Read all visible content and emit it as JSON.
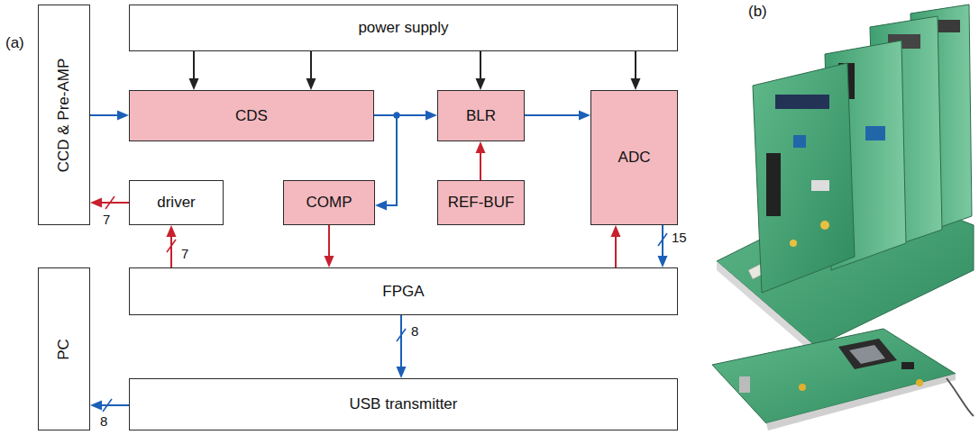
{
  "diagram": {
    "nodes": [
      {
        "text": [
          "power supply"
        ]
      },
      {
        "text": [
          "CCD & Pre-AMP"
        ]
      },
      {
        "text": [
          "CDS"
        ]
      },
      {
        "text": [
          "BLR"
        ]
      },
      {
        "text": [
          "ADC"
        ]
      },
      {
        "text": [
          "driver"
        ]
      },
      {
        "text": [
          "COMP"
        ]
      },
      {
        "text": [
          "REF-BUF"
        ]
      },
      {
        "text": [
          "PC"
        ]
      },
      {
        "text": [
          "FPGA"
        ]
      },
      {
        "text": [
          "USB transmitter"
        ]
      }
    ],
    "edges": [
      {
        "from": 0,
        "to": 2,
        "arrow": "to"
      },
      {
        "from": 0,
        "to": 2,
        "arrow": "to"
      },
      {
        "from": 0,
        "to": 3,
        "arrow": "to"
      },
      {
        "from": 0,
        "to": 4,
        "arrow": "to"
      },
      {
        "from": 1,
        "to": 2,
        "arrow": "to"
      },
      {
        "from": 2,
        "to": 3,
        "arrow": "to"
      },
      {
        "from": 2,
        "to": 6,
        "arrow": "to"
      },
      {
        "from": 7,
        "to": 3,
        "arrow": "to"
      },
      {
        "from": 3,
        "to": 4,
        "arrow": "to"
      },
      {
        "from": 5,
        "to": 1,
        "label": "7",
        "arrow": "to"
      },
      {
        "from": 9,
        "to": 5,
        "label": "7",
        "arrow": "to"
      },
      {
        "from": 6,
        "to": 9,
        "arrow": "to"
      },
      {
        "from": 9,
        "to": 4,
        "arrow": "to"
      },
      {
        "from": 4,
        "to": 9,
        "label": "15",
        "arrow": "to"
      },
      {
        "from": 9,
        "to": 10,
        "label": "8",
        "arrow": "to"
      },
      {
        "from": 10,
        "to": 8,
        "label": "8",
        "arrow": "to"
      }
    ],
    "labels": [
      "(a)",
      "(b)"
    ]
  }
}
